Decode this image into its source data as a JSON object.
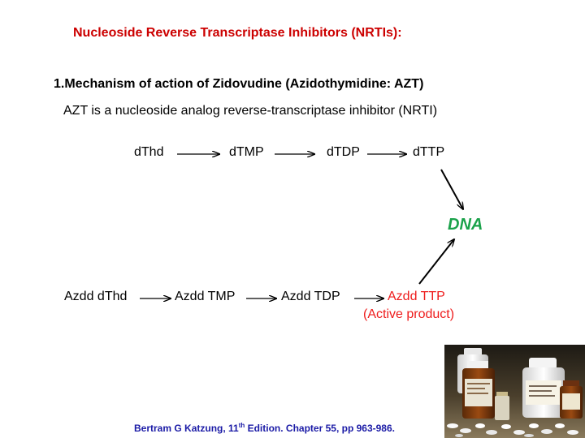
{
  "title": "Nucleoside Reverse Transcriptase Inhibitors (NRTIs):",
  "section_heading": "1.Mechanism of action of Zidovudine (Azidothymidine: AZT)",
  "description": "AZT is a nucleoside analog reverse-transcriptase inhibitor (NRTI)",
  "pathway_natural": [
    "dThd",
    "dTMP",
    "dTDP",
    "dTTP"
  ],
  "target": "DNA",
  "pathway_drug": [
    "Azdd dThd",
    "Azdd TMP",
    "Azdd TDP",
    "Azdd TTP"
  ],
  "active_label": "(Active product)",
  "citation": {
    "prefix": "Bertram G Katzung, 11",
    "superscript": "th",
    "suffix": " Edition. Chapter 55, pp 963-986."
  },
  "colors": {
    "title": "#cc0000",
    "active_product": "#ee1c1c",
    "dna": "#1aa24a",
    "citation": "#1a1aa6"
  },
  "photo": "medicine-bottles-and-pills"
}
